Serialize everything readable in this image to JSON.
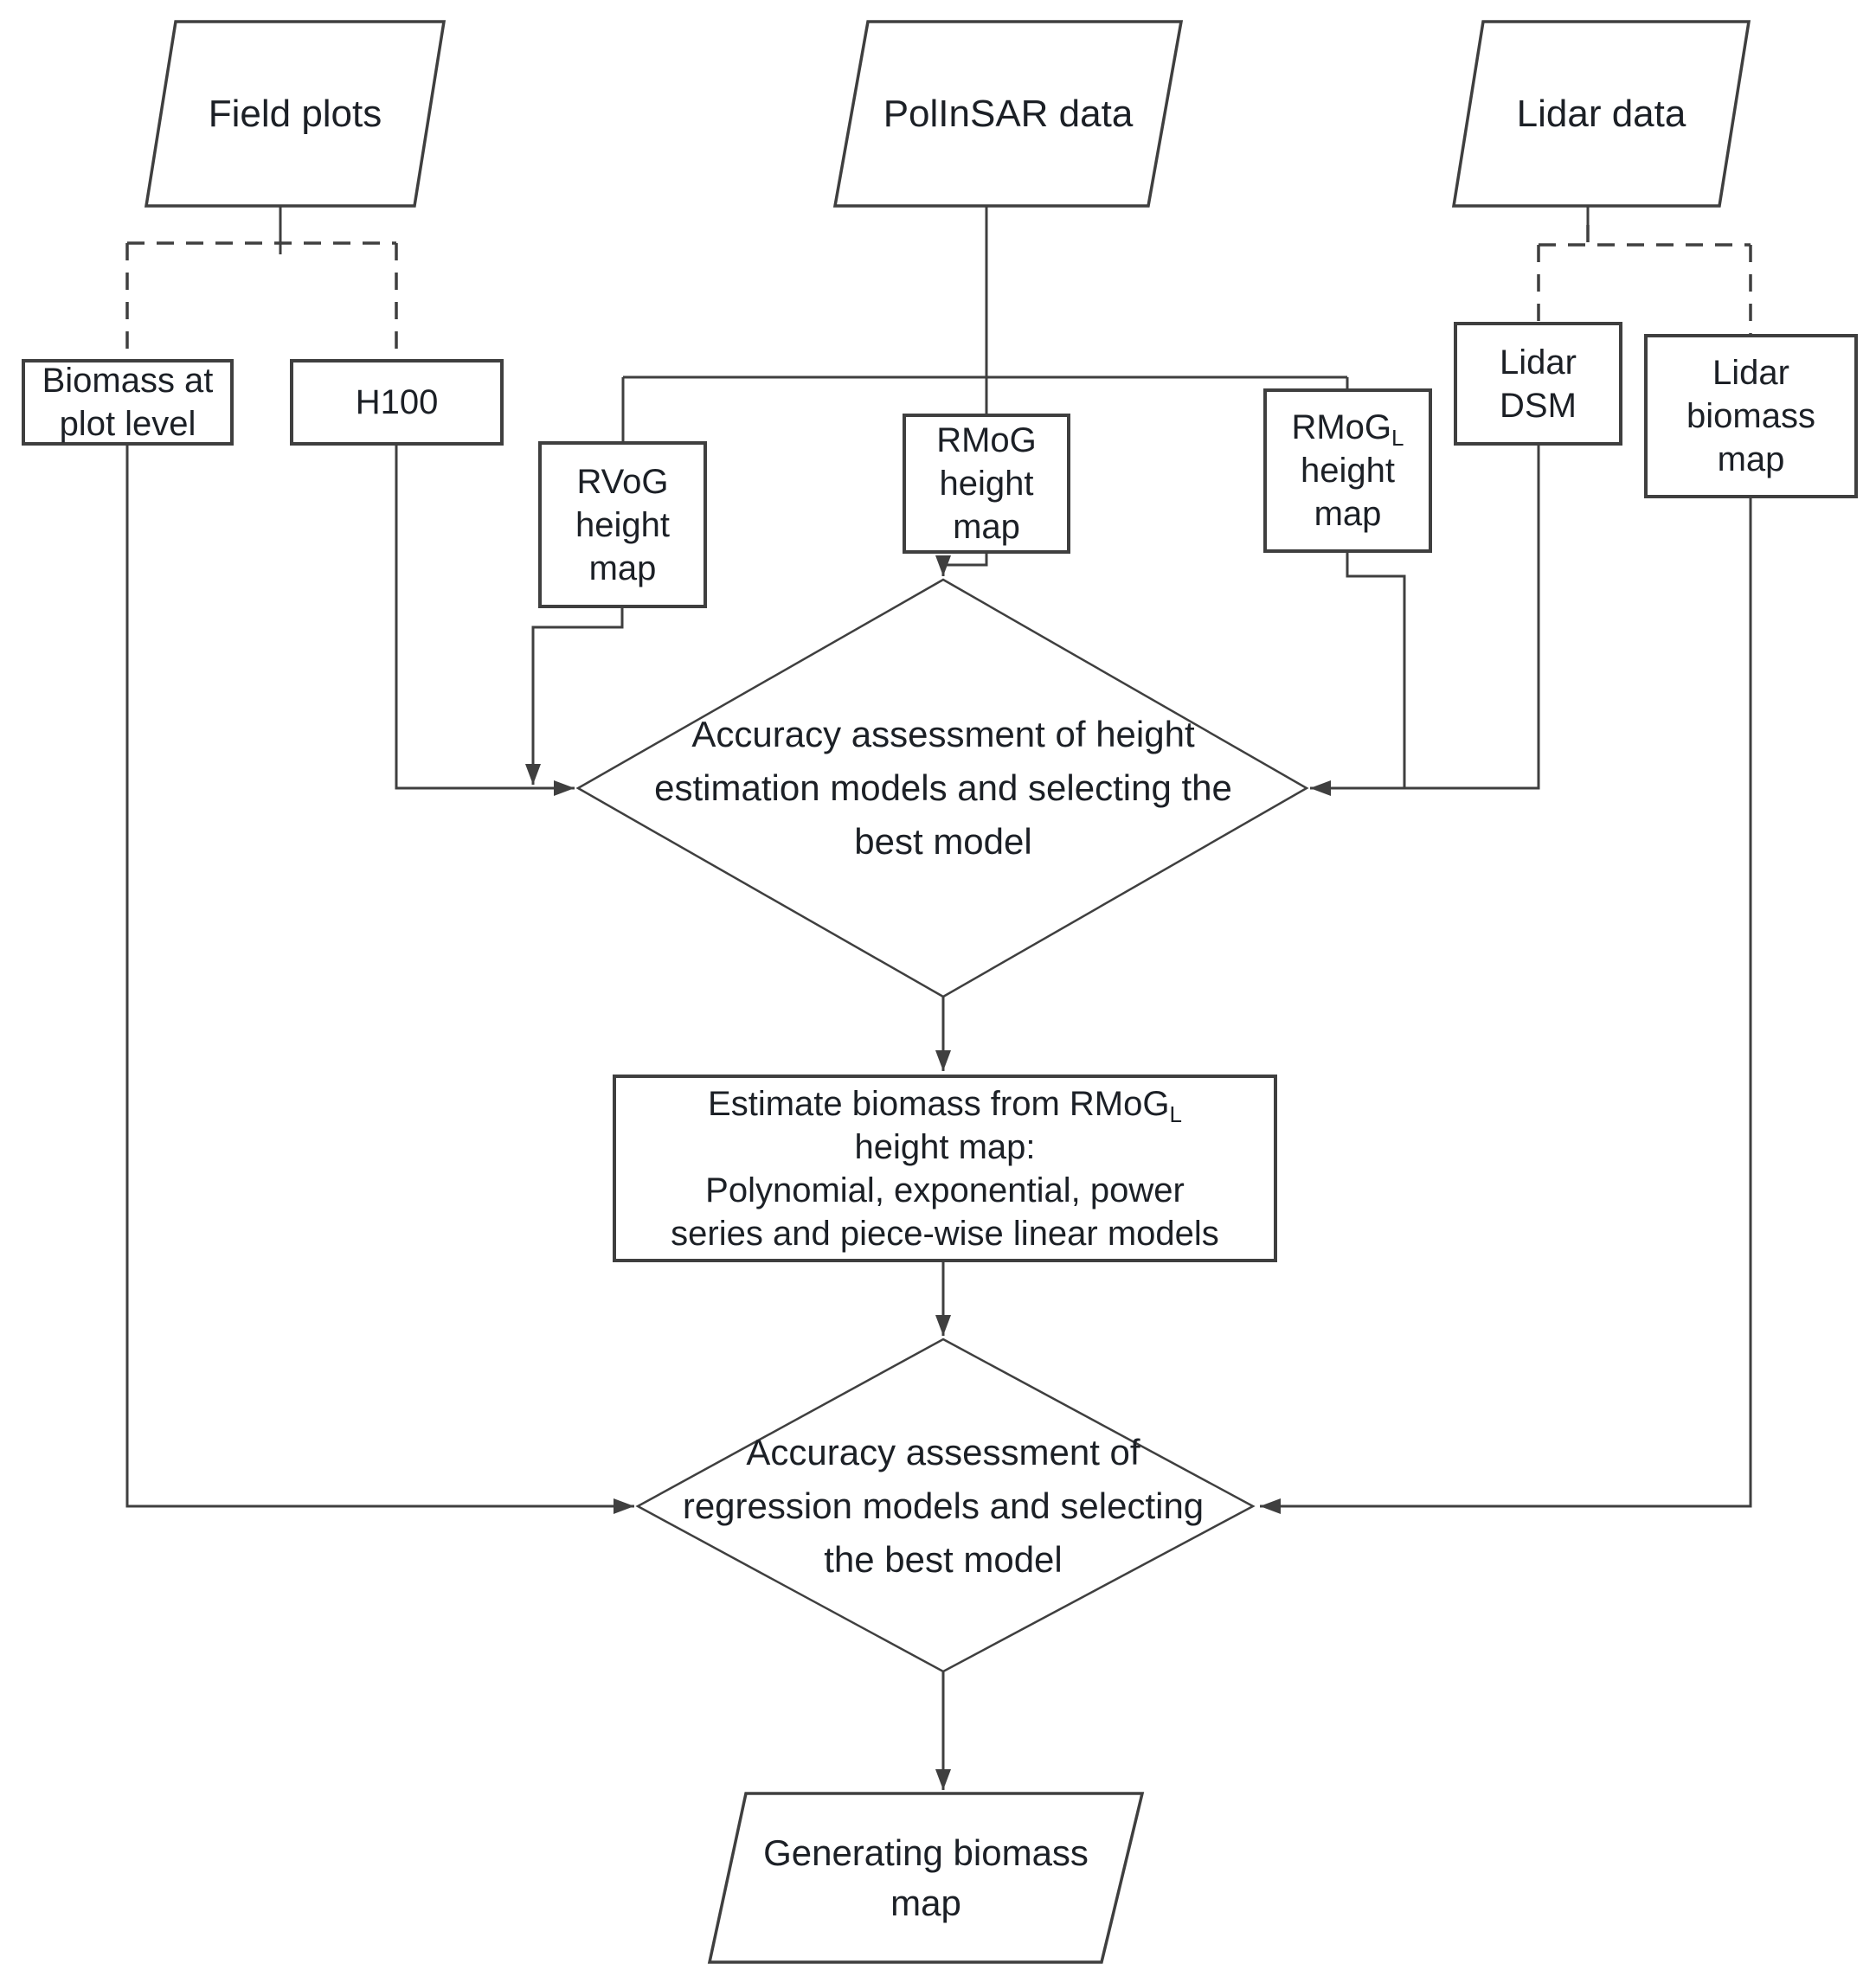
{
  "colors": {
    "line": "#3f3f3f",
    "text": "#1c2026",
    "background": "#ffffff"
  },
  "nodes": {
    "field_plots": {
      "shape": "parallelogram",
      "label": "Field plots"
    },
    "polinsar_data": {
      "shape": "parallelogram",
      "label": "PolInSAR data"
    },
    "lidar_data": {
      "shape": "parallelogram",
      "label": "Lidar data"
    },
    "biomass_at_plot_level": {
      "shape": "rectangle",
      "lines": [
        "Biomass at",
        "plot level"
      ]
    },
    "h100": {
      "shape": "rectangle",
      "label": "H100"
    },
    "rvog_height_map": {
      "shape": "rectangle",
      "lines": [
        "RVoG",
        "height",
        "map"
      ]
    },
    "rmog_height_map": {
      "shape": "rectangle",
      "lines": [
        "RMoG",
        "height",
        "map"
      ]
    },
    "rmogl_height_map": {
      "shape": "rectangle",
      "line1_base": "RMoG",
      "line1_sub": "L",
      "lines": [
        "height",
        "map"
      ]
    },
    "lidar_dsm": {
      "shape": "rectangle",
      "lines": [
        "Lidar",
        "DSM"
      ]
    },
    "lidar_biomass_map": {
      "shape": "rectangle",
      "lines": [
        "Lidar",
        "biomass",
        "map"
      ]
    },
    "decision_height": {
      "shape": "diamond",
      "lines": [
        "Accuracy assessment of height",
        "estimation models and selecting the",
        "best model"
      ]
    },
    "estimate_biomass": {
      "shape": "rectangle",
      "line1_base": "Estimate biomass from RMoG",
      "line1_sub": "L",
      "lines": [
        "height map:",
        "Polynomial, exponential, power",
        "series and piece-wise linear models"
      ]
    },
    "decision_regression": {
      "shape": "diamond",
      "lines": [
        "Accuracy assessment of",
        "regression models and selecting",
        "the best model"
      ]
    },
    "generating_biomass_map": {
      "shape": "parallelogram",
      "lines": [
        "Generating biomass",
        "map"
      ]
    }
  },
  "edges": [
    {
      "from": "field_plots",
      "to": "biomass_at_plot_level",
      "style": "dashed",
      "arrow": false
    },
    {
      "from": "field_plots",
      "to": "h100",
      "style": "dashed",
      "arrow": false
    },
    {
      "from": "polinsar_data",
      "to": "rvog_height_map",
      "style": "solid",
      "arrow": false
    },
    {
      "from": "polinsar_data",
      "to": "rmog_height_map",
      "style": "solid",
      "arrow": false
    },
    {
      "from": "polinsar_data",
      "to": "rmogl_height_map",
      "style": "solid",
      "arrow": false
    },
    {
      "from": "lidar_data",
      "to": "lidar_dsm",
      "style": "dashed",
      "arrow": false
    },
    {
      "from": "lidar_data",
      "to": "lidar_biomass_map",
      "style": "dashed",
      "arrow": false
    },
    {
      "from": "h100",
      "to": "decision_height",
      "style": "solid",
      "arrow": true
    },
    {
      "from": "rvog_height_map",
      "to": "decision_height",
      "style": "solid",
      "arrow": true
    },
    {
      "from": "rmog_height_map",
      "to": "decision_height",
      "style": "solid",
      "arrow": true
    },
    {
      "from": "rmogl_height_map",
      "to": "decision_height",
      "style": "solid",
      "arrow": false
    },
    {
      "from": "lidar_dsm",
      "to": "decision_height",
      "style": "solid",
      "arrow": true
    },
    {
      "from": "decision_height",
      "to": "estimate_biomass",
      "style": "solid",
      "arrow": true
    },
    {
      "from": "estimate_biomass",
      "to": "decision_regression",
      "style": "solid",
      "arrow": true
    },
    {
      "from": "biomass_at_plot_level",
      "to": "decision_regression",
      "style": "solid",
      "arrow": true
    },
    {
      "from": "lidar_biomass_map",
      "to": "decision_regression",
      "style": "solid",
      "arrow": true
    },
    {
      "from": "decision_regression",
      "to": "generating_biomass_map",
      "style": "solid",
      "arrow": true
    }
  ]
}
